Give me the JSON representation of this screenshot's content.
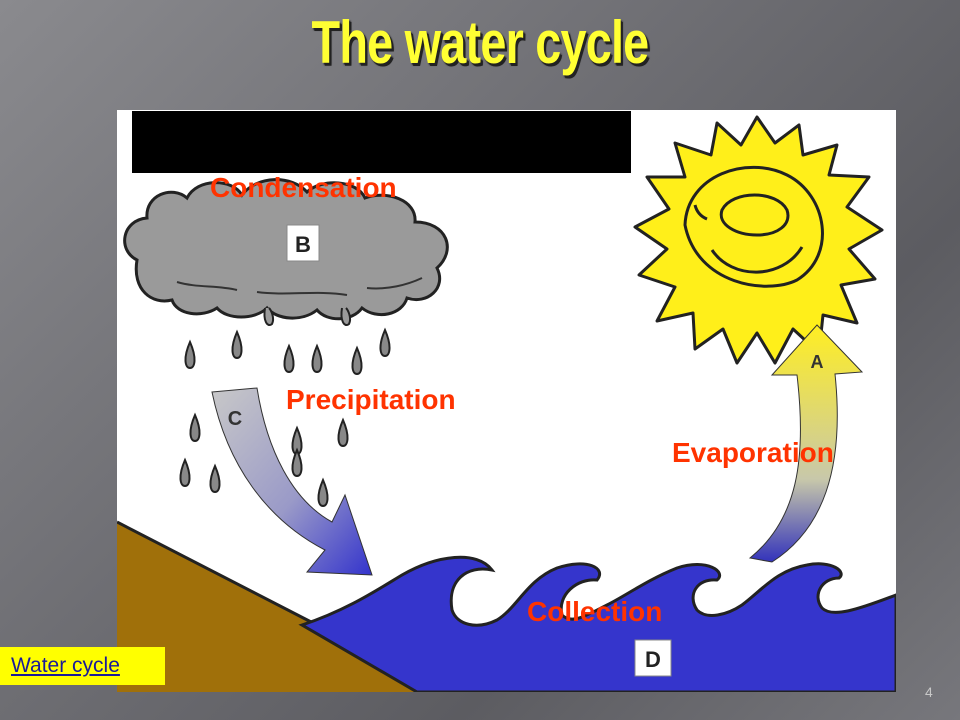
{
  "slide": {
    "title": "The water cycle",
    "page_number": "4",
    "link_text": "Water cycle"
  },
  "diagram": {
    "labels": {
      "condensation": "Condensation",
      "precipitation": "Precipitation",
      "evaporation": "Evaporation",
      "collection": "Collection"
    },
    "markers": {
      "a": "A",
      "b": "B",
      "c": "C",
      "d": "D"
    }
  },
  "colors": {
    "title": "#ffff33",
    "label": "#ff3300",
    "water": "#3535cc",
    "land": "#a0700a",
    "sun": "#ffef1a",
    "cloud": "#9a9a9a"
  },
  "icons": [
    "sun-icon",
    "cloud-icon",
    "raindrop-icon",
    "arrow-icon",
    "wave-icon"
  ]
}
